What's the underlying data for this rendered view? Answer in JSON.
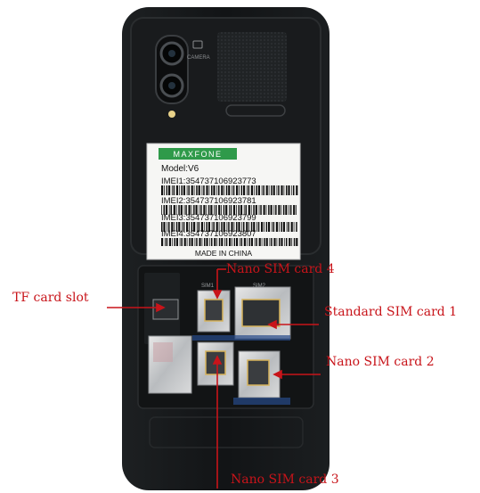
{
  "sticker": {
    "brand": "MAXFONE",
    "model": "Model:V6",
    "imei": [
      "IMEI1:354737106923773",
      "IMEI2:354737106923781",
      "IMEI3:354737106923799",
      "IMEI4:354737106923807"
    ],
    "origin": "MADE IN CHINA"
  },
  "phone_markings": {
    "camera": "CAMERA",
    "sim1": "SIM1",
    "sim2": "SIM2"
  },
  "callouts": {
    "tf_card_slot": "TF  card   slot",
    "nano_sim_4": "Nano SIM card 4",
    "standard_sim_1": "Standard SIM card 1",
    "nano_sim_2": "Nano SIM card 2",
    "nano_sim_3": "Nano SIM card 3"
  },
  "colors": {
    "callout_red": "#c8141a",
    "brand_green": "#2f9a4a",
    "phone_body": "#141618"
  }
}
